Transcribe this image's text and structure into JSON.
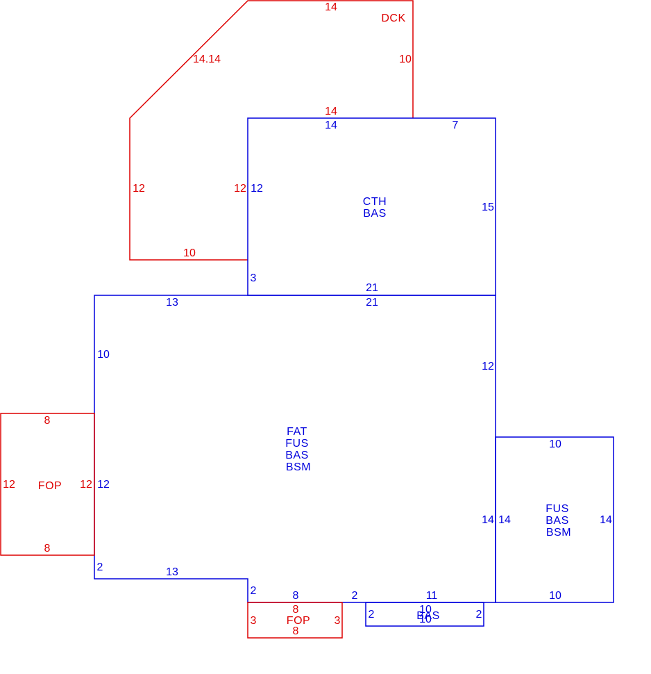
{
  "colors": {
    "red": "#dd0000",
    "blue": "#0000dd",
    "background": "#ffffff"
  },
  "areas": {
    "deck": {
      "code": "DCK"
    },
    "cth": {
      "codes": [
        "CTH",
        "BAS"
      ]
    },
    "main": {
      "codes": [
        "FAT",
        "FUS",
        "BAS",
        "BSM"
      ]
    },
    "right_wing": {
      "codes": [
        "FUS",
        "BAS",
        "BSM"
      ]
    },
    "left_porch": {
      "code": "FOP"
    },
    "bottom_porch": {
      "code": "FOP"
    },
    "bottom_bay": {
      "code": "BAS"
    }
  },
  "dimensions": {
    "deck": {
      "top": "14",
      "right": "10",
      "diagonal": "14.14",
      "bottom": "14",
      "inner_right": "12",
      "left": "12",
      "base": "10"
    },
    "cth": {
      "top": "14",
      "top_right": "7",
      "left": "12",
      "right": "15",
      "lower_left": "3",
      "bottom": "21"
    },
    "main": {
      "top_left": "13",
      "top": "21",
      "left_upper": "10",
      "right_upper": "12",
      "left_mid": "12",
      "right_lower": "14",
      "left_lower": "2",
      "bottom_left": "13",
      "step": "2",
      "bottom_mid": "8",
      "bottom_gap": "2",
      "bottom_right": "11"
    },
    "right_wing": {
      "top": "10",
      "left": "14",
      "right": "14",
      "bottom": "10"
    },
    "left_porch": {
      "top": "8",
      "left": "12",
      "right": "12",
      "bottom": "8"
    },
    "bottom_porch": {
      "top": "8",
      "left": "3",
      "right": "3",
      "bottom": "8"
    },
    "bottom_bay": {
      "top": "10",
      "left": "2",
      "right": "2",
      "bottom": "10"
    }
  }
}
